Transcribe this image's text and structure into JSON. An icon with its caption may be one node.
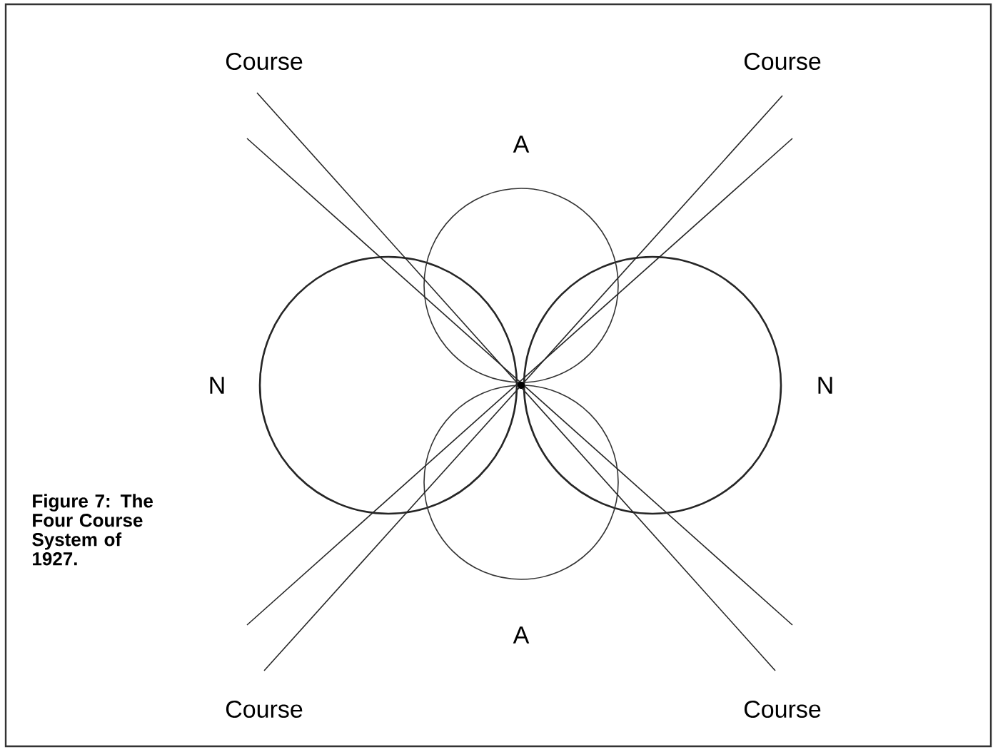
{
  "diagram": {
    "caption": "Figure 7: The Four Course System of 1927.",
    "labels": [
      "Course",
      "Course",
      "A",
      "N",
      "N",
      "A",
      "Course",
      "Course"
    ]
  }
}
